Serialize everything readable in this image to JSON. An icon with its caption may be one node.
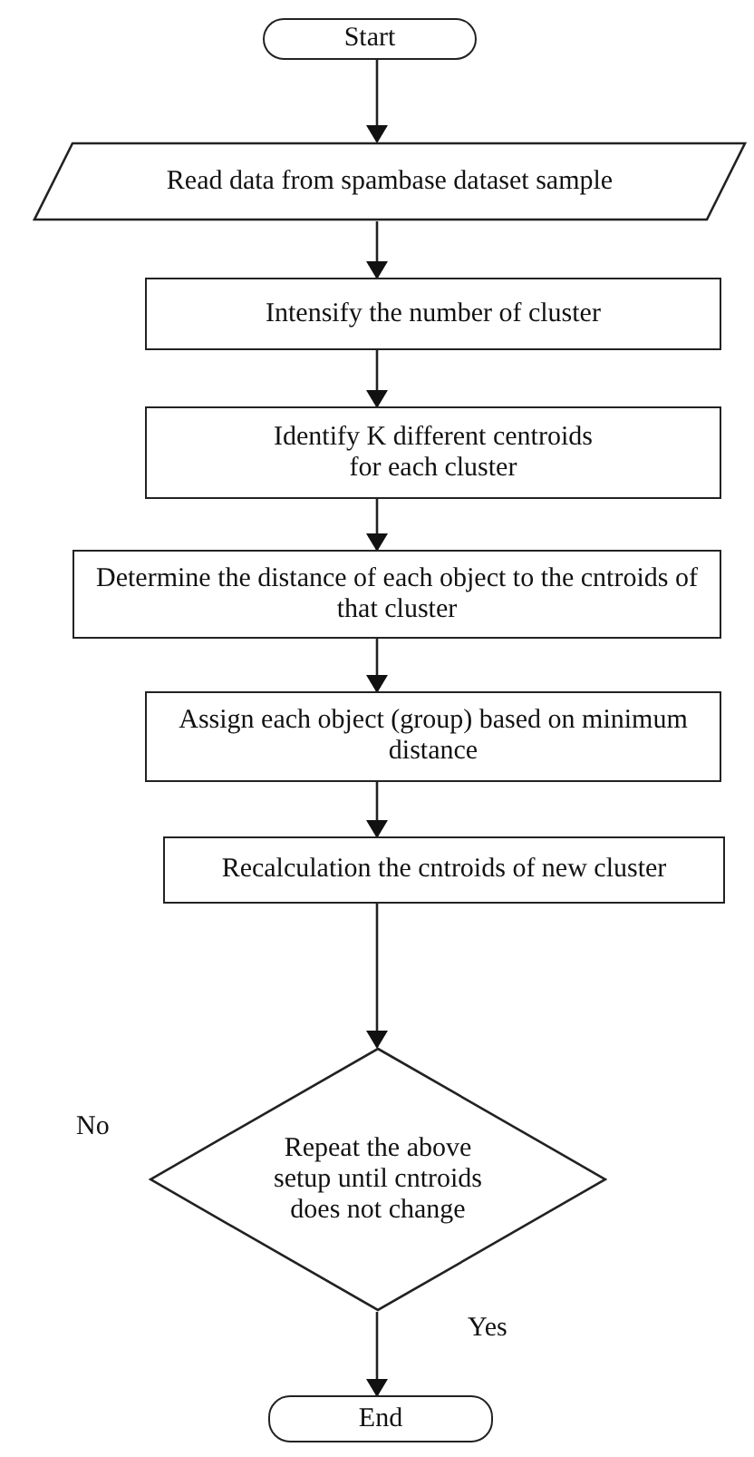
{
  "diagram": {
    "nodes": [
      {
        "text": [
          "Start"
        ]
      },
      {
        "text": [
          "Read data from spambase dataset sample"
        ]
      },
      {
        "text": [
          "Intensify the number of cluster"
        ]
      },
      {
        "text": [
          "Identify K different centroids for each cluster"
        ]
      },
      {
        "text": [
          "Determine the distance of each object to the cntroids of that cluster"
        ]
      },
      {
        "text": [
          "Assign each object (group) based on minimum distance"
        ]
      },
      {
        "text": [
          "Recalculation the cntroids of new cluster"
        ]
      },
      {
        "text": [
          "Repeat the above setup until cntroids does not change"
        ]
      },
      {
        "text": [
          "End"
        ]
      }
    ],
    "edges": [
      {
        "from": 0,
        "to": 1,
        "arrow": "to"
      },
      {
        "from": 1,
        "to": 2,
        "arrow": "to"
      },
      {
        "from": 2,
        "to": 3,
        "arrow": "to"
      },
      {
        "from": 3,
        "to": 4,
        "arrow": "to"
      },
      {
        "from": 4,
        "to": 5,
        "arrow": "to"
      },
      {
        "from": 5,
        "to": 6,
        "arrow": "to"
      },
      {
        "from": 6,
        "to": 7,
        "arrow": "to"
      },
      {
        "from": 7,
        "to": 8,
        "arrow": "to",
        "label": "Yes"
      }
    ],
    "labels": [
      "No"
    ]
  }
}
